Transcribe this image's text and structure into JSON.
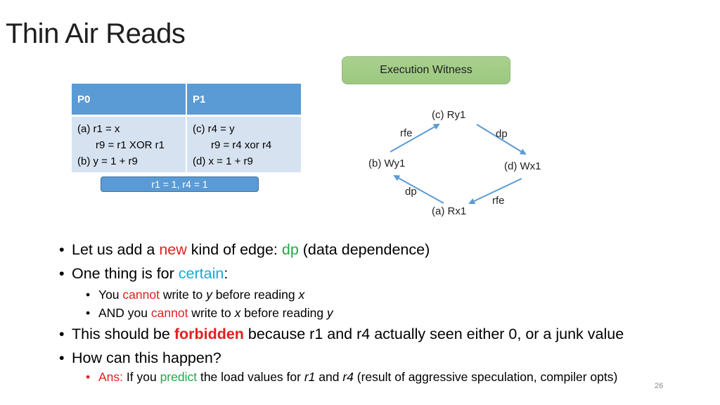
{
  "title": "Thin Air Reads",
  "witness_label": "Execution Witness",
  "program": {
    "headers": [
      "P0",
      "P1"
    ],
    "p0_lines": [
      "(a)  r1 = x",
      "r9 = r1 XOR r1",
      "(b) y = 1 + r9"
    ],
    "p1_lines": [
      "(c) r4 = y",
      "r9 = r4 xor r4",
      "(d) x = 1 + r9"
    ]
  },
  "result_label": "r1 = 1, r4 = 1",
  "graph": {
    "nodes": {
      "c": "(c) Ry1",
      "b": "(b) Wy1",
      "d": "(d) Wx1",
      "a": "(a) Rx1"
    },
    "edges": {
      "b_to_c": "rfe",
      "c_to_d": "dp",
      "a_to_b": "dp",
      "d_to_a": "rfe"
    },
    "arrow_color": "#5b9bd5"
  },
  "bullets": {
    "b1": {
      "pre": "Let us add a ",
      "new": "new",
      "mid": " kind of edge: ",
      "dp": "dp",
      "post": " (data dependence)"
    },
    "b2": {
      "pre": "One thing is for ",
      "certain": "certain",
      "post": ":"
    },
    "b2_sub1": {
      "pre": "You ",
      "cannot": "cannot",
      "mid": " write to ",
      "var1": "y",
      "mid2": " before reading ",
      "var2": "x"
    },
    "b2_sub2": {
      "pre": "AND you ",
      "cannot": "cannot",
      "mid": " write to ",
      "var1": "x",
      "mid2": " before reading ",
      "var2": "y"
    },
    "b3": {
      "pre": "This should be ",
      "forbidden": "forbidden",
      "post": " because r1 and r4 actually seen either 0, or a junk value"
    },
    "b4": "How can this happen?",
    "b4_sub1": {
      "ans": "Ans:",
      "pre": " If you ",
      "predict": "predict",
      "mid": " the load values for ",
      "r1": "r1",
      "and": " and ",
      "r4": "r4",
      "post": " (result of aggressive speculation, compiler opts)"
    }
  },
  "page_number": "26",
  "colors": {
    "red": "#e02020",
    "green": "#22a84a",
    "cyan": "#17a9d6",
    "blue": "#5b9bd5"
  }
}
